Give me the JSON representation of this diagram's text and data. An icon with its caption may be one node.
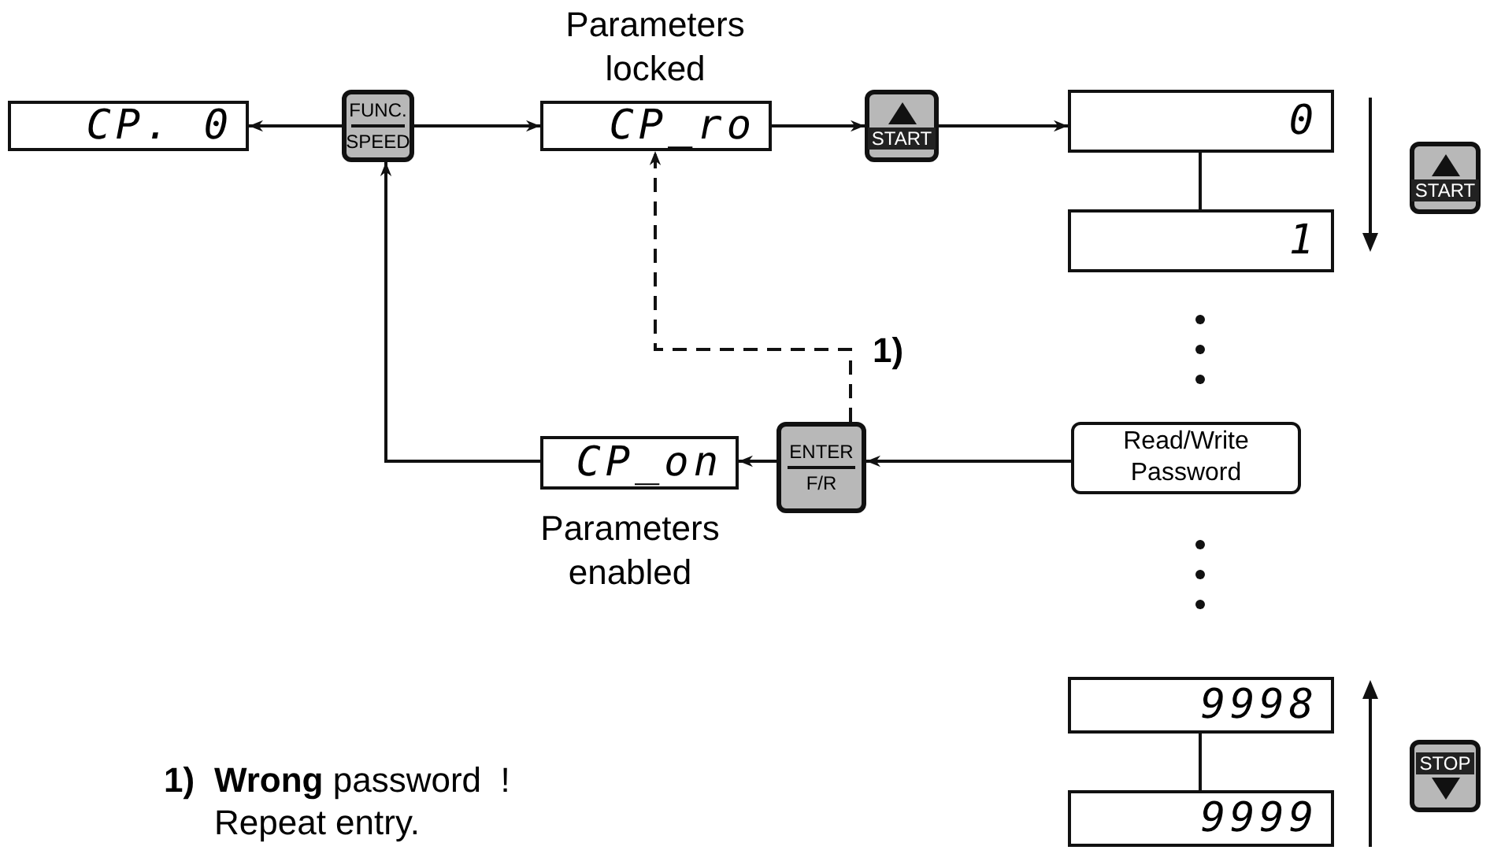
{
  "diagram": {
    "nodes": [
      {
        "text": [
          "CP. 0"
        ]
      },
      {
        "text": [
          "FUNC.",
          "SPEED"
        ]
      },
      {
        "text": [
          "CP_ro"
        ],
        "beside": [
          "Parameters locked"
        ]
      },
      {
        "text": [
          "START"
        ]
      },
      {
        "text": [
          "0"
        ]
      },
      {
        "text": [
          "START"
        ]
      },
      {
        "text": [
          "1"
        ]
      },
      {
        "text": [
          "ENTER",
          "F/R"
        ]
      },
      {
        "text": [
          "CP_on"
        ],
        "beside": [
          "Parameters enabled"
        ]
      },
      {
        "text": [
          "Read/Write Password"
        ]
      },
      {
        "text": [
          "9998"
        ]
      },
      {
        "text": [
          "STOP"
        ]
      },
      {
        "text": [
          "9999"
        ]
      }
    ],
    "edges": [
      {
        "from": 1,
        "to": 0,
        "arrow": "to"
      },
      {
        "from": 1,
        "to": 2,
        "arrow": "to"
      },
      {
        "from": 2,
        "to": 3,
        "arrow": "to"
      },
      {
        "from": 3,
        "to": 4,
        "arrow": "to"
      },
      {
        "from": 4,
        "to": 6,
        "arrow": "none"
      },
      {
        "from": 10,
        "to": 12,
        "arrow": "none"
      },
      {
        "from": 9,
        "to": 7,
        "arrow": "to"
      },
      {
        "from": 7,
        "to": 8,
        "arrow": "to"
      },
      {
        "from": 8,
        "to": 1,
        "arrow": "to"
      },
      {
        "from": 7,
        "to": 2,
        "arrow": "to",
        "style": "dashed",
        "label": "1)"
      }
    ],
    "labels": [
      "1)",
      "**Wrong** password  !",
      "Repeat entry."
    ]
  }
}
